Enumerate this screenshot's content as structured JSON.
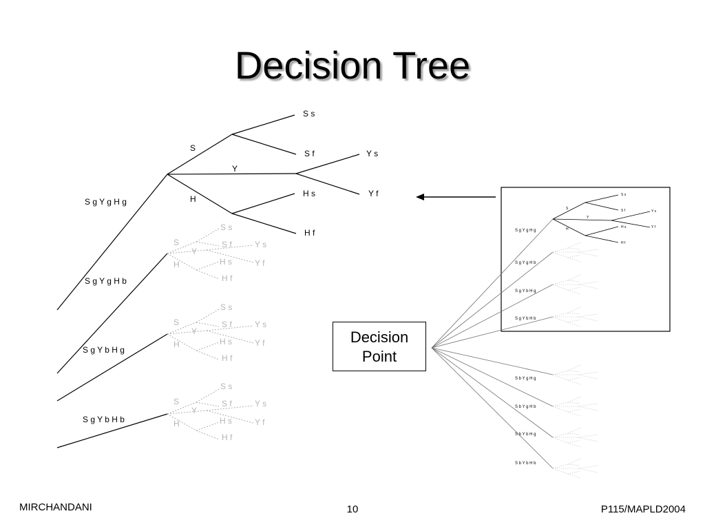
{
  "slide": {
    "title": "Decision Tree",
    "decision_point": {
      "line1": "Decision",
      "line2": "Point"
    },
    "footer": {
      "author": "MIRCHANDANI",
      "page": "10",
      "ref": "P115/MAPLD2004"
    }
  },
  "tree": {
    "branches": [
      {
        "label": "S g Y g H g",
        "active": true
      },
      {
        "label": "S g Y g H b",
        "active": false
      },
      {
        "label": "S g Y b H g",
        "active": false
      },
      {
        "label": "S g Y b H b",
        "active": false
      }
    ],
    "sub": {
      "s": "S",
      "y": "Y",
      "h": "H"
    },
    "leaves": {
      "ss": "S s",
      "sf": "S f",
      "hs": "H s",
      "hf": "H f",
      "ys": "Y s",
      "yf": "Y f"
    }
  },
  "overview": {
    "upper_labels": [
      "S g Y g H g",
      "S g Y g H b",
      "S g Y b H g",
      "S g Y b H b"
    ],
    "lower_labels": [
      "S b Y g H g",
      "S b Y g H b",
      "S b Y b H g",
      "S b Y b H b"
    ]
  }
}
